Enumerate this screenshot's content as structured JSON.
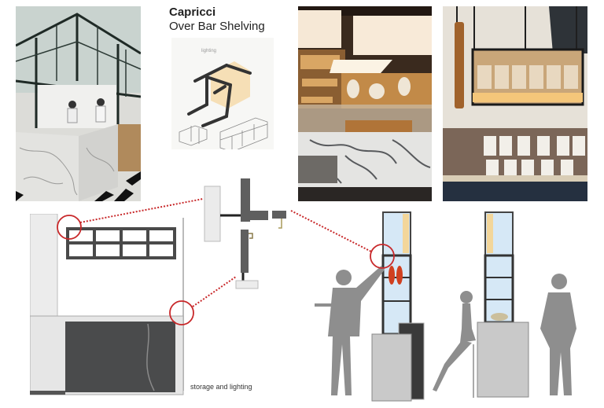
{
  "title": {
    "heading": "Capricci",
    "subheading": "Over Bar Shelving"
  },
  "captions": {
    "storage": "storage and lighting",
    "sketch_note": "lighting"
  },
  "colors": {
    "callout_red": "#c8282a",
    "steel": "#3a3a3a",
    "marble": "#e8e8e8",
    "silhouette": "#8e8e8e",
    "glass_blue": "#d6e8f6",
    "warm_light": "#f3c77a"
  },
  "panels": [
    {
      "id": "photo-kitchen",
      "description": "open kitchen with steel-framed glass and marble counter"
    },
    {
      "id": "sketch-shelf",
      "description": "perspective sketch of over-bar shelf unit"
    },
    {
      "id": "photo-bakery",
      "description": "bakery counter with marble front and backlit shelves"
    },
    {
      "id": "photo-coffee",
      "description": "suspended steel shelf over coffee bar"
    },
    {
      "id": "elevation-drawing",
      "description": "front elevation of shelving and counter"
    },
    {
      "id": "detail-section",
      "description": "bracket and hook connection detail"
    },
    {
      "id": "side-elevation",
      "description": "side elevations with figures"
    }
  ]
}
